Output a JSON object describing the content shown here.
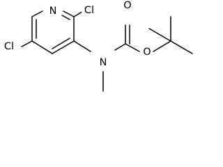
{
  "molecule": {
    "atoms": {
      "ring_nitrogen": "N",
      "ring_chlorine": "Cl",
      "side_chlorine": "Cl",
      "amide_nitrogen": "N",
      "ester_oxygen": "O",
      "carbonyl_oxygen": "O"
    },
    "colors": {
      "bond": "#000000",
      "label": "#000000",
      "background": "#ffffff"
    }
  }
}
